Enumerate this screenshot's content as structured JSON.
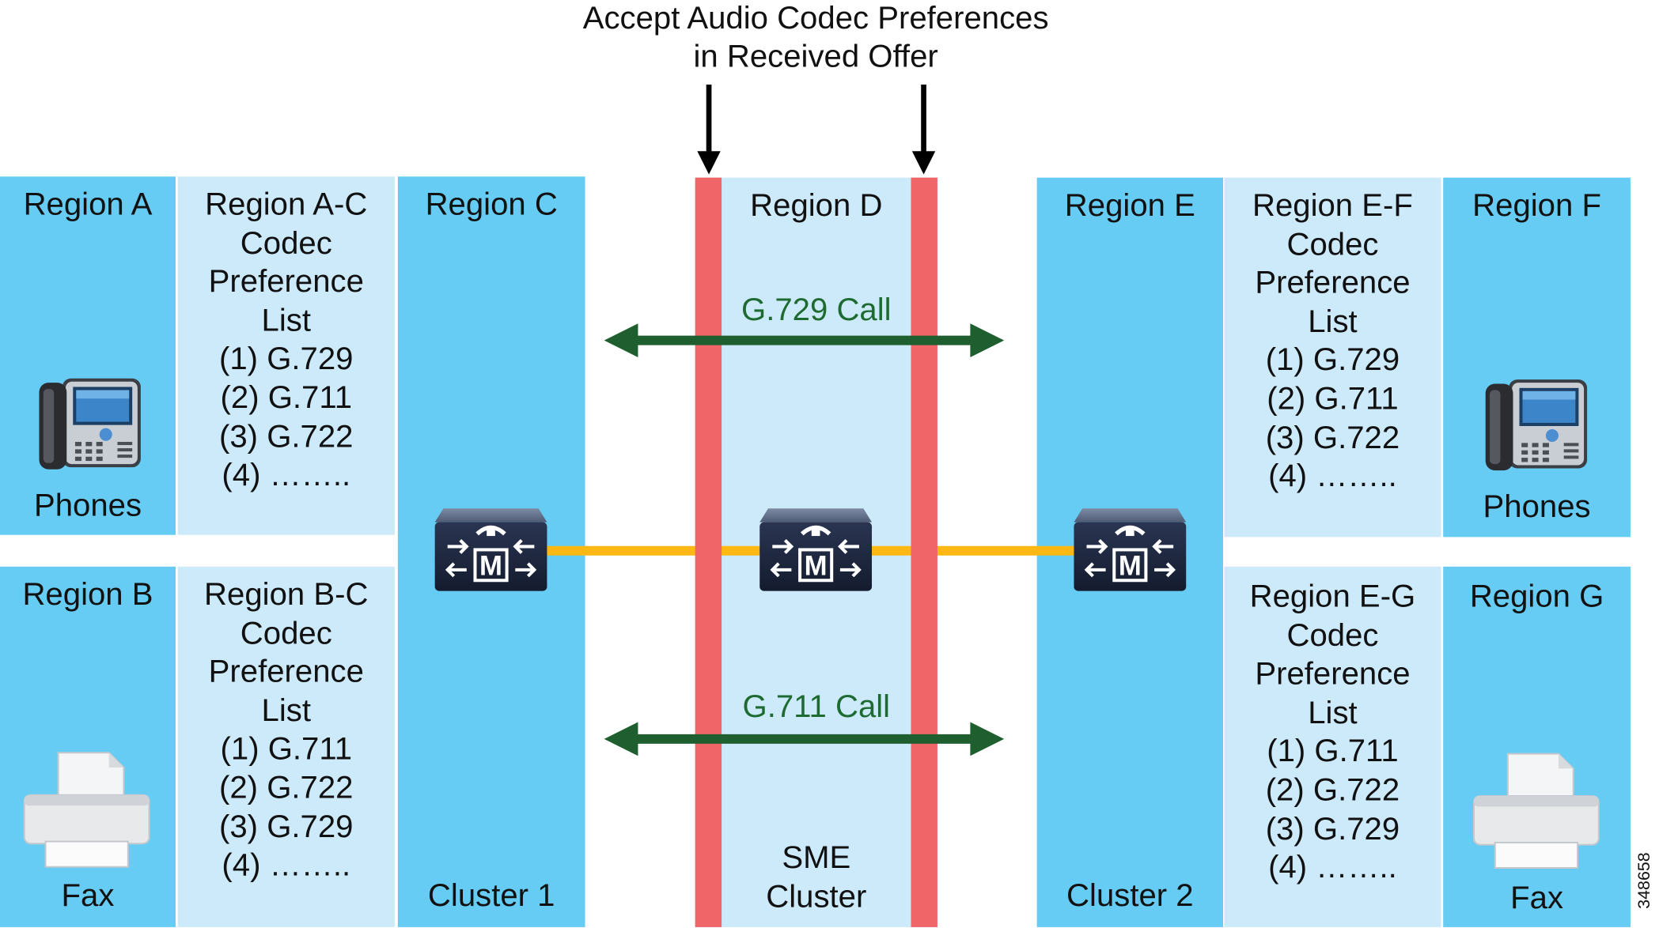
{
  "title_line1": "Accept Audio Codec Preferences",
  "title_line2": "in Received Offer",
  "regions": {
    "a": "Region A",
    "b": "Region B",
    "c": "Region C",
    "d": "Region D",
    "e": "Region E",
    "f": "Region F",
    "g": "Region G"
  },
  "device_labels": {
    "phones_left": "Phones",
    "fax_left": "Fax",
    "phones_right": "Phones",
    "fax_right": "Fax"
  },
  "cluster_labels": {
    "cluster1": "Cluster 1",
    "sme_line1": "SME",
    "sme_line2": "Cluster",
    "cluster2": "Cluster 2"
  },
  "codec_lists": {
    "ac": [
      "Region A-C",
      "Codec",
      "Preference",
      "List",
      "(1) G.729",
      "(2) G.711",
      "(3) G.722",
      "(4) …….."
    ],
    "bc": [
      "Region B-C",
      "Codec",
      "Preference",
      "List",
      "(1) G.711",
      "(2) G.722",
      "(3) G.729",
      "(4) …….."
    ],
    "ef": [
      "Region E-F",
      "Codec",
      "Preference",
      "List",
      "(1) G.729",
      "(2) G.711",
      "(3) G.722",
      "(4) …….."
    ],
    "eg": [
      "Region E-G",
      "Codec",
      "Preference",
      "List",
      "(1) G.711",
      "(2) G.722",
      "(3) G.729",
      "(4) …….."
    ]
  },
  "calls": {
    "top": "G.729 Call",
    "bottom": "G.711 Call"
  },
  "figure_id": "348658",
  "icons": [
    "ip-phone-icon",
    "fax-printer-icon",
    "call-manager-icon",
    "arrow-down-icon",
    "double-arrow-icon"
  ],
  "colors": {
    "region_dark": "#66ccf4",
    "region_light": "#cdeafb",
    "boundary_red": "#ef6568",
    "trunk_yellow": "#fdb813",
    "call_green": "#1e5e2f",
    "router_navy": "#1f2a44"
  }
}
